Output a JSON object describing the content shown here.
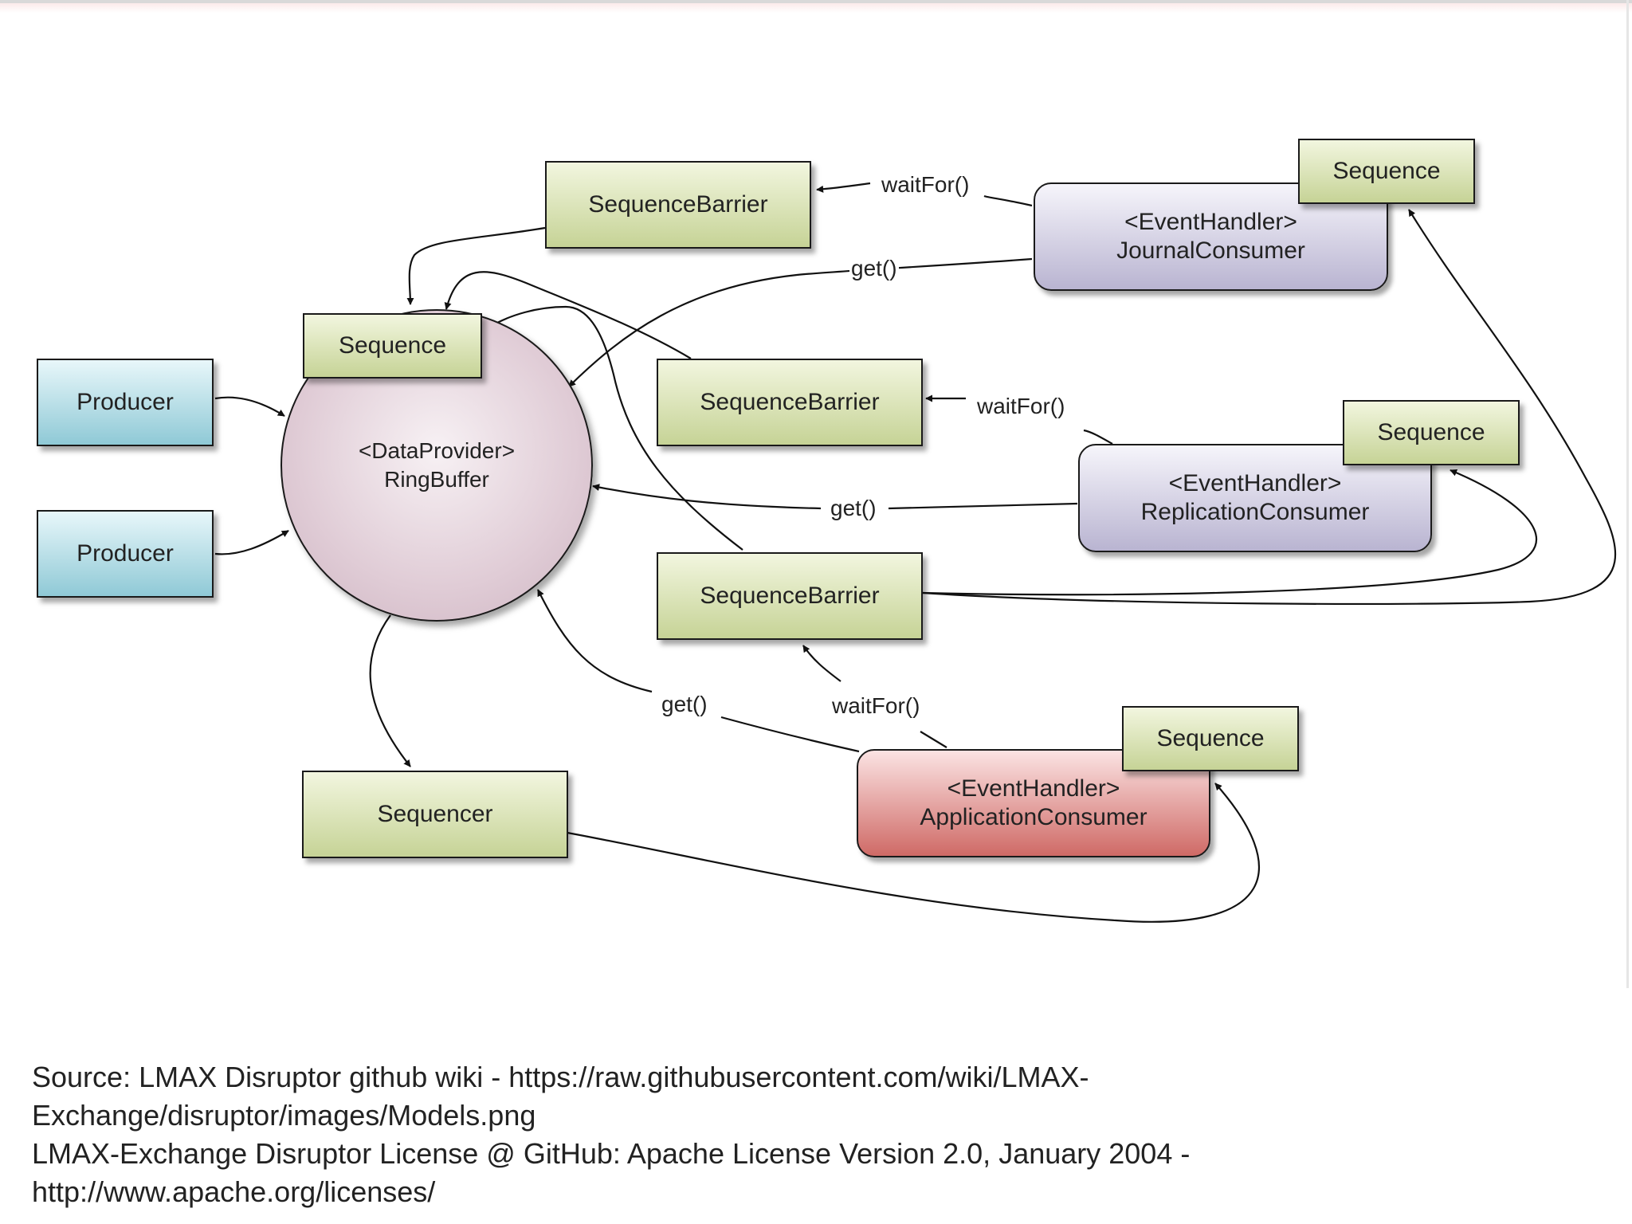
{
  "diagram": {
    "ring_buffer": {
      "line1": "<DataProvider>",
      "line2": "RingBuffer"
    },
    "ring_sequence": "Sequence",
    "producers": [
      "Producer",
      "Producer"
    ],
    "sequencer": "Sequencer",
    "barriers": [
      "SequenceBarrier",
      "SequenceBarrier",
      "SequenceBarrier"
    ],
    "consumers": {
      "journal": {
        "line1": "<EventHandler>",
        "line2": "JournalConsumer",
        "sequence": "Sequence"
      },
      "replication": {
        "line1": "<EventHandler>",
        "line2": "ReplicationConsumer",
        "sequence": "Sequence"
      },
      "application": {
        "line1": "<EventHandler>",
        "line2": "ApplicationConsumer",
        "sequence": "Sequence"
      }
    },
    "edge_labels": {
      "wait_journal": "waitFor()",
      "get_journal": "get()",
      "wait_replication": "waitFor()",
      "get_replication": "get()",
      "wait_application": "waitFor()",
      "get_application": "get()"
    },
    "colors": {
      "barrier": "#c6d396",
      "producer": "#8fc9d6",
      "consumer": "#b9b4d1",
      "application": "#cf6a66",
      "ring": "#e0ccd6"
    }
  },
  "footer": {
    "line1": "Source: LMAX Disruptor github wiki - https://raw.githubusercontent.com/wiki/LMAX-",
    "line2": "Exchange/disruptor/images/Models.png",
    "line3": "LMAX-Exchange Disruptor License @ GitHub: Apache License Version 2.0, January 2004 -",
    "line4": "http://www.apache.org/licenses/"
  }
}
